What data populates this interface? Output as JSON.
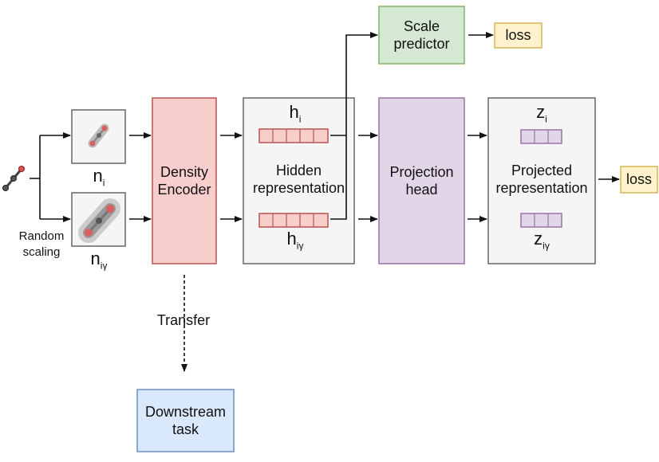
{
  "random_scaling": "Random\nscaling",
  "molecule_labels": {
    "ni_base": "n",
    "ni_sub": "i",
    "niy_base": "n",
    "niy_sub": "iγ"
  },
  "density_encoder": "Density\nEncoder",
  "hidden": {
    "label": "Hidden\nrepresentation",
    "top_base": "h",
    "top_sub": "i",
    "bottom_base": "h",
    "bottom_sub": "iγ",
    "cells": 5
  },
  "scale_predictor": "Scale\npredictor",
  "projection_head": "Projection\nhead",
  "projected": {
    "label": "Projected\nrepresentation",
    "top_base": "z",
    "top_sub": "i",
    "bottom_base": "z",
    "bottom_sub": "iγ",
    "cells": 3
  },
  "loss_top": "loss",
  "loss_right": "loss",
  "transfer": "Transfer",
  "downstream": "Downstream\ntask",
  "colors": {
    "encoder_fill": "#f8cecc",
    "encoder_stroke": "#b85450",
    "hidden_cell_fill": "#f8cecc",
    "hidden_cell_stroke": "#b85450",
    "projection_fill": "#e1d5e7",
    "projection_stroke": "#9673a6",
    "scale_fill": "#d5e8d4",
    "scale_stroke": "#82b366",
    "loss_fill": "#fff2cc",
    "loss_stroke": "#d6b656",
    "downstream_fill": "#dae8fc",
    "downstream_stroke": "#6c8ebf",
    "panel_fill": "#f5f5f5",
    "panel_stroke": "#666666"
  }
}
